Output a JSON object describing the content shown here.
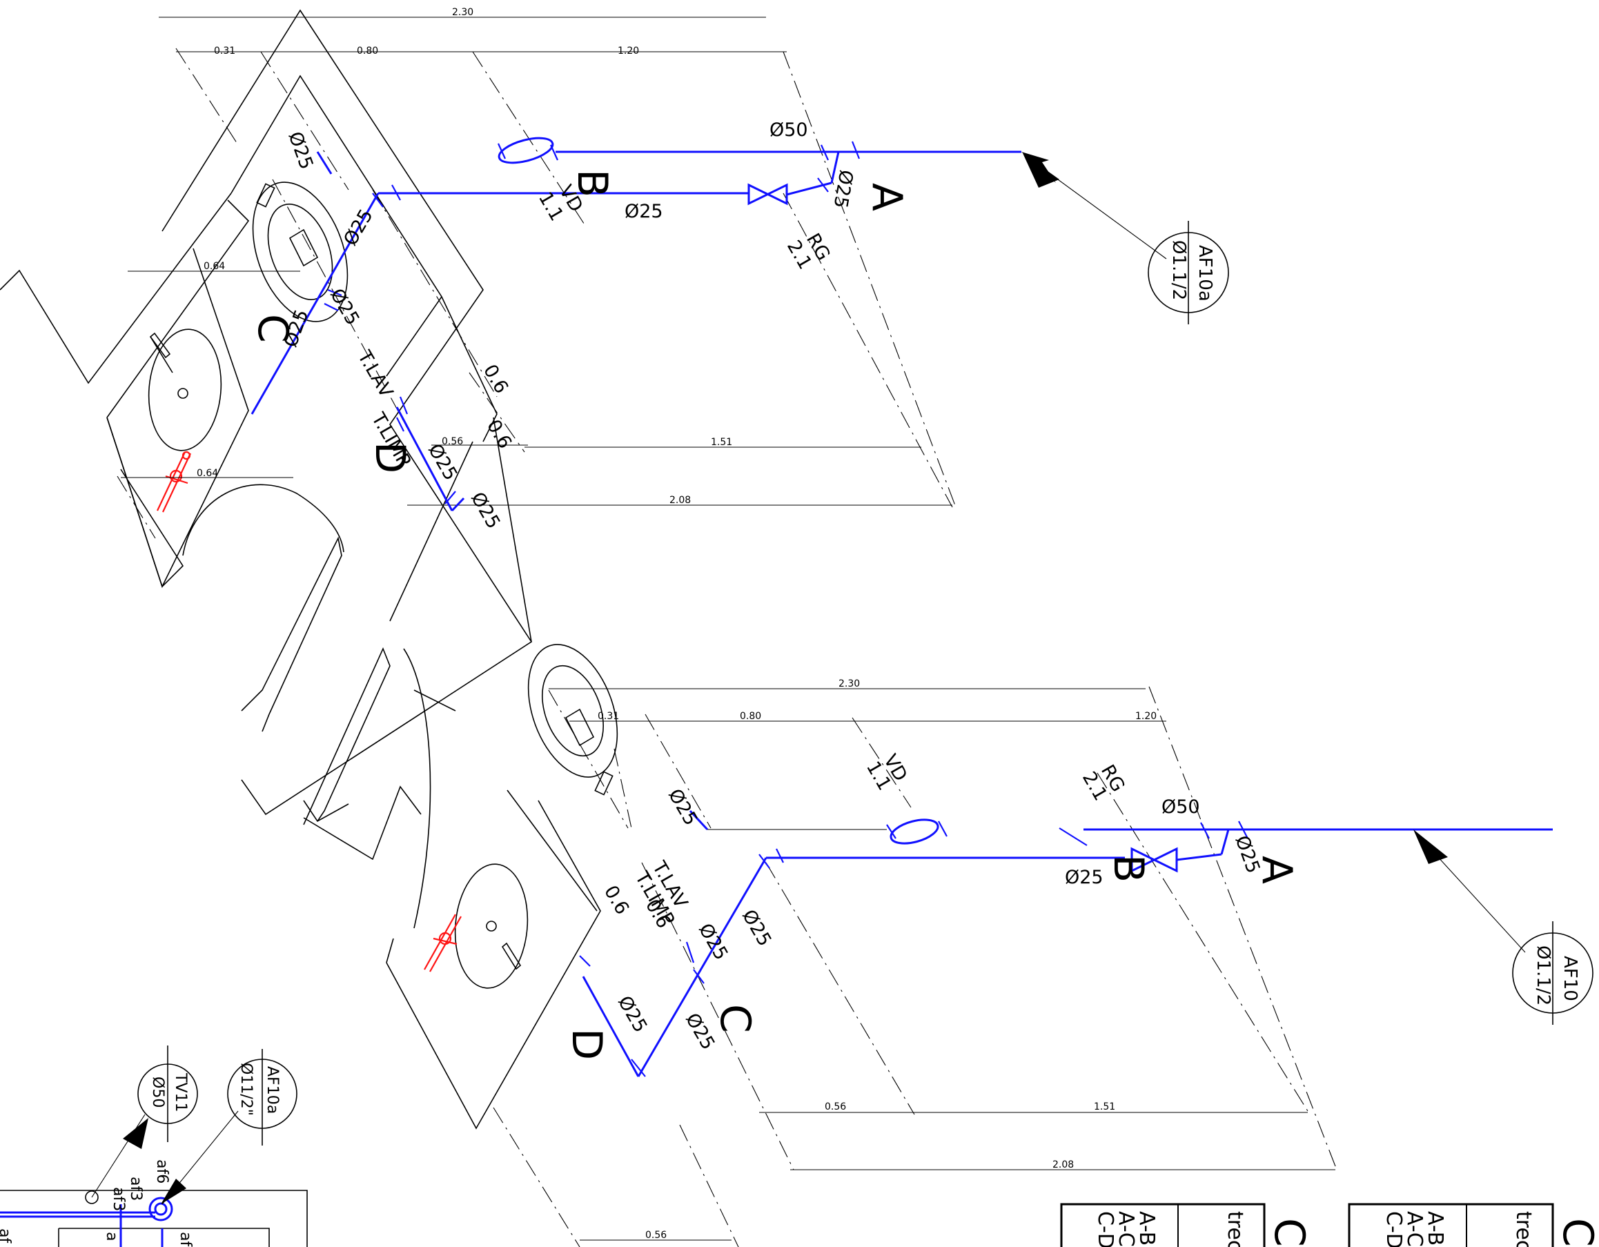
{
  "upper": {
    "dims": [
      "2.30",
      "0.31",
      "0.80",
      "1.20",
      "0.64",
      "0.64",
      "0.56",
      "1.51",
      "2.08"
    ],
    "d50": "Ø50",
    "d25": [
      "Ø25",
      "Ø25",
      "Ø25",
      "Ø25",
      "Ø25",
      "Ø25",
      "Ø25",
      "Ø25"
    ],
    "points": [
      "A",
      "B",
      "C",
      "D"
    ],
    "vd": "VD",
    "vd_num": "1.1",
    "rg": "RG",
    "rg_num": "2.1",
    "tlav": "T.LAV",
    "tlimp": "T.LIMP",
    "h": [
      "0.6",
      "0.6"
    ],
    "tag_code": "AF10a",
    "tag_size": "Ø1.1/2"
  },
  "lower": {
    "dims": [
      "2.30",
      "0.31",
      "0.80",
      "1.20",
      "0.56",
      "1.51",
      "2.08",
      "0.56"
    ],
    "d50": "Ø50",
    "d25": [
      "Ø25",
      "Ø25",
      "Ø25",
      "Ø25",
      "Ø25",
      "Ø25",
      "Ø25"
    ],
    "points": [
      "A",
      "B",
      "C",
      "D"
    ],
    "vd": "VD",
    "vd_num": "1.1",
    "rg": "RG",
    "rg_num": "2.1",
    "tlav": "T.LAV",
    "tlimp": "T.LIMP",
    "h": [
      "0.6",
      "0.6"
    ],
    "tag_code": "AF10",
    "tag_size": "Ø1.1/2"
  },
  "corner": {
    "tv_code": "TV11",
    "tv_size": "Ø50",
    "af_code": "AF10a",
    "af_size": "Ø11/2\"",
    "labels": [
      "af6",
      "af3",
      "af3",
      "af",
      "a",
      "af"
    ]
  },
  "tables": [
    {
      "rows": [
        "A-B",
        "A-C",
        "C-D"
      ],
      "col": "trec",
      "title": "C"
    },
    {
      "rows": [
        "A-B",
        "A-C",
        "C-D"
      ],
      "col": "trec",
      "title": "C"
    }
  ]
}
